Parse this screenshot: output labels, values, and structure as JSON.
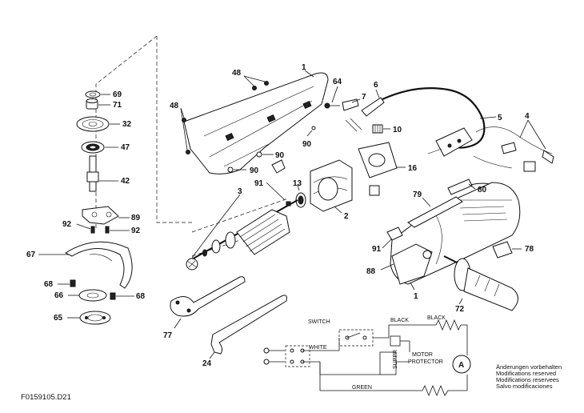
{
  "callouts": {
    "c1_top": "1",
    "c48_top": "48",
    "c48_left": "48",
    "c64": "64",
    "c6": "6",
    "c7": "7",
    "c5": "5",
    "c4": "4",
    "c10": "10",
    "c90_a": "90",
    "c90_b": "90",
    "c90_c": "90",
    "c16": "16",
    "c91_a": "91",
    "c13": "13",
    "c3": "3",
    "c2": "2",
    "c69": "69",
    "c71": "71",
    "c32": "32",
    "c47": "47",
    "c42": "42",
    "c92_a": "92",
    "c89": "89",
    "c92_b": "92",
    "c67": "67",
    "c68_a": "68",
    "c66": "66",
    "c68_b": "68",
    "c65": "65",
    "c79": "79",
    "c80": "80",
    "c91_b": "91",
    "c88": "88",
    "c78": "78",
    "c1_bottom": "1",
    "c72": "72",
    "c77": "77",
    "c24": "24"
  },
  "wiring": {
    "switch": "SWITCH",
    "black_left": "BLACK",
    "black_right": "BLACK",
    "white": "WHITE",
    "motor_protector_1": "MOTOR",
    "motor_protector_2": "PROTECTOR",
    "suppr": "SUPPR",
    "green": "GREEN",
    "motor_symbol": "A"
  },
  "notes": [
    "Änderungen vorbehalten",
    "Modifications reserved",
    "Modifications reservees",
    "Salvo modificaciones"
  ],
  "drawing_code": "F0159105.D21"
}
